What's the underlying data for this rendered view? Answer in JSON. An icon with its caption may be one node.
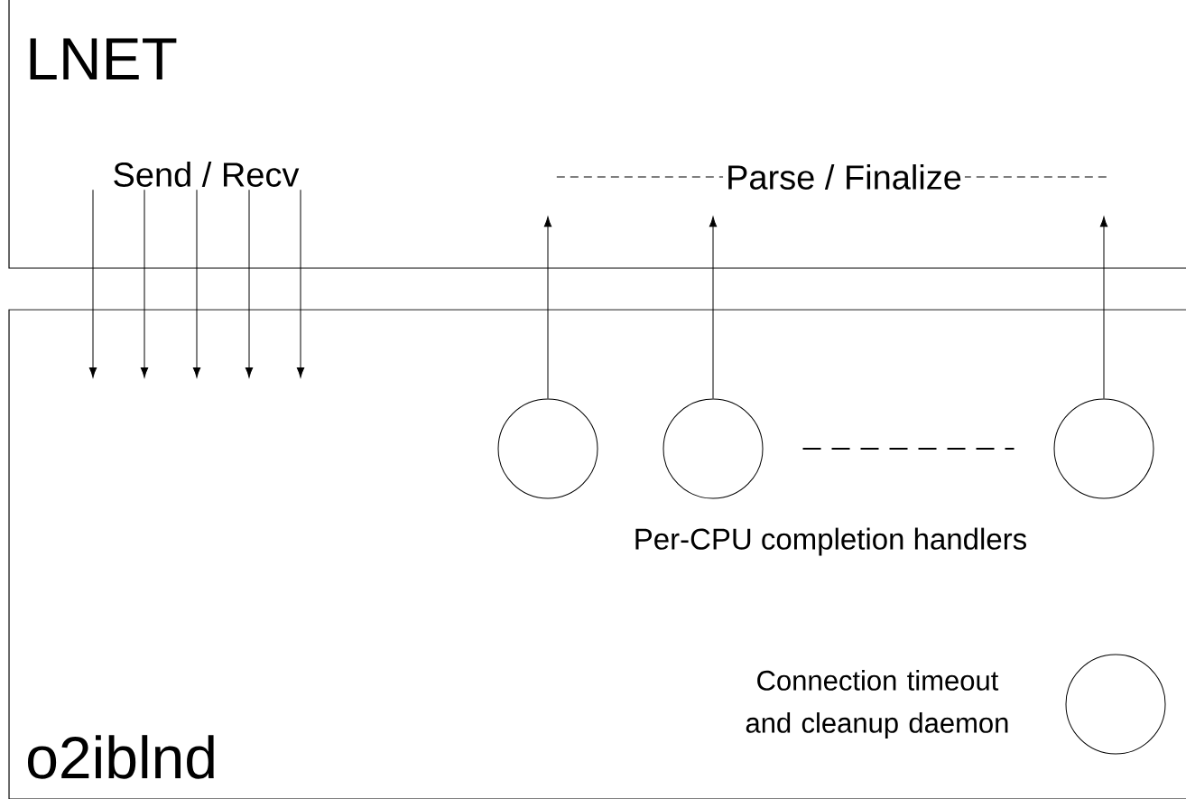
{
  "diagram": {
    "nodes": [
      {
        "text": [
          "LNET"
        ]
      },
      {
        "text": [
          "Send / Recv"
        ],
        "in": 0
      },
      {
        "text": [
          "Parse / Finalize"
        ],
        "in": 0
      },
      {
        "text": [
          "o2iblnd"
        ]
      },
      {
        "text": [],
        "shape": "circle",
        "in": 3
      },
      {
        "text": [],
        "shape": "circle",
        "in": 3
      },
      {
        "text": [],
        "shape": "circle",
        "in": 3
      },
      {
        "text": [],
        "shape": "circle",
        "in": 3,
        "beside": [
          "Connection timeout and cleanup daemon"
        ]
      }
    ],
    "edges": [
      {
        "from": 1,
        "to": null,
        "arrow": "to"
      },
      {
        "from": 1,
        "to": null,
        "arrow": "to"
      },
      {
        "from": 1,
        "to": null,
        "arrow": "to"
      },
      {
        "from": 1,
        "to": null,
        "arrow": "to"
      },
      {
        "from": 1,
        "to": null,
        "arrow": "to"
      },
      {
        "from": 4,
        "to": 2,
        "arrow": "to"
      },
      {
        "from": 5,
        "to": 2,
        "arrow": "to"
      },
      {
        "from": 6,
        "to": 2,
        "arrow": "to"
      },
      {
        "from": 5,
        "to": 6,
        "arrow": "none",
        "style": "dashed"
      }
    ],
    "labels": [
      "Per-CPU completion handlers"
    ]
  }
}
